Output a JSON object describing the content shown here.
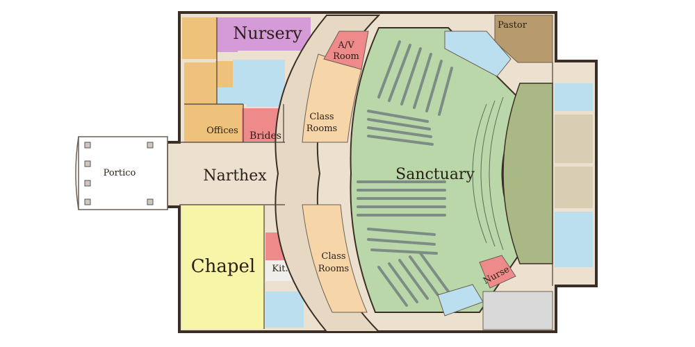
{
  "rooms": {
    "nursery": "Nursery",
    "av_room_line1": "A/V",
    "av_room_line2": "Room",
    "pastor": "Pastor",
    "offices": "Offices",
    "brides": "Brides",
    "class_rooms_upper_line1": "Class",
    "class_rooms_upper_line2": "Rooms",
    "portico": "Portico",
    "narthex": "Narthex",
    "sanctuary": "Sanctuary",
    "chapel": "Chapel",
    "kitchen": "Kit.",
    "class_rooms_lower_line1": "Class",
    "class_rooms_lower_line2": "Rooms",
    "nurse": "Nurse"
  },
  "colors": {
    "sanctuary": "#b9d7a8",
    "classrooms": "#f6d6a8",
    "offices": "#efc27c",
    "nursery": "#d59ad8",
    "av_kitchen_brides_nurse": "#ef8a8a",
    "restrooms": "#bcdff0",
    "pastor": "#b79b6c",
    "chapel": "#f7f6a8",
    "corridor": "#ece0cf",
    "stage": "#aab886",
    "service": "#d9d9d9"
  }
}
